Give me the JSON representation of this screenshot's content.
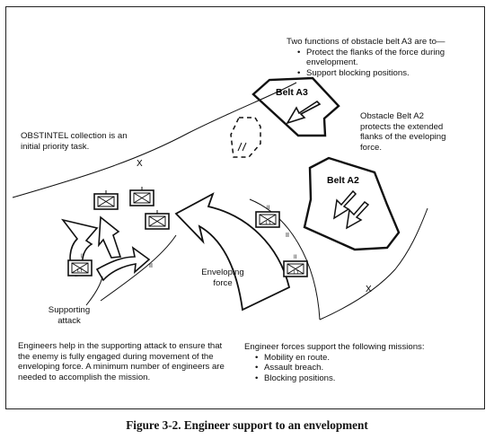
{
  "notes": {
    "a3_functions_title": "Two functions of obstacle belt A3 are to—",
    "a3_functions_items": [
      "Protect the flanks of the force during envelopment.",
      "Support blocking positions."
    ],
    "obstintel": "OBSTINTEL collection is an initial priority task.",
    "belt_a2_note": "Obstacle Belt A2 protects the extended flanks of the eveloping force.",
    "engineers_help": "Engineers help in the supporting attack to ensure that the enemy is fully engaged during movement of the enveloping force. A minimum number of engineers are needed to accomplish the mission.",
    "missions_title": "Engineer forces support the following missions:",
    "missions_items": [
      "Mobility en route.",
      "Assault breach.",
      "Blocking positions."
    ]
  },
  "labels": {
    "belt_a3": "Belt A3",
    "belt_a2": "Belt A2",
    "enveloping_force": "Enveloping force",
    "supporting_attack": "Supporting attack",
    "boundary_x_1": "X",
    "boundary_x_2": "X",
    "unit_echelon": "II",
    "unit_lt": "LT",
    "axis_marker": "II"
  },
  "caption": "Figure 3-2. Engineer support to an envelopment"
}
